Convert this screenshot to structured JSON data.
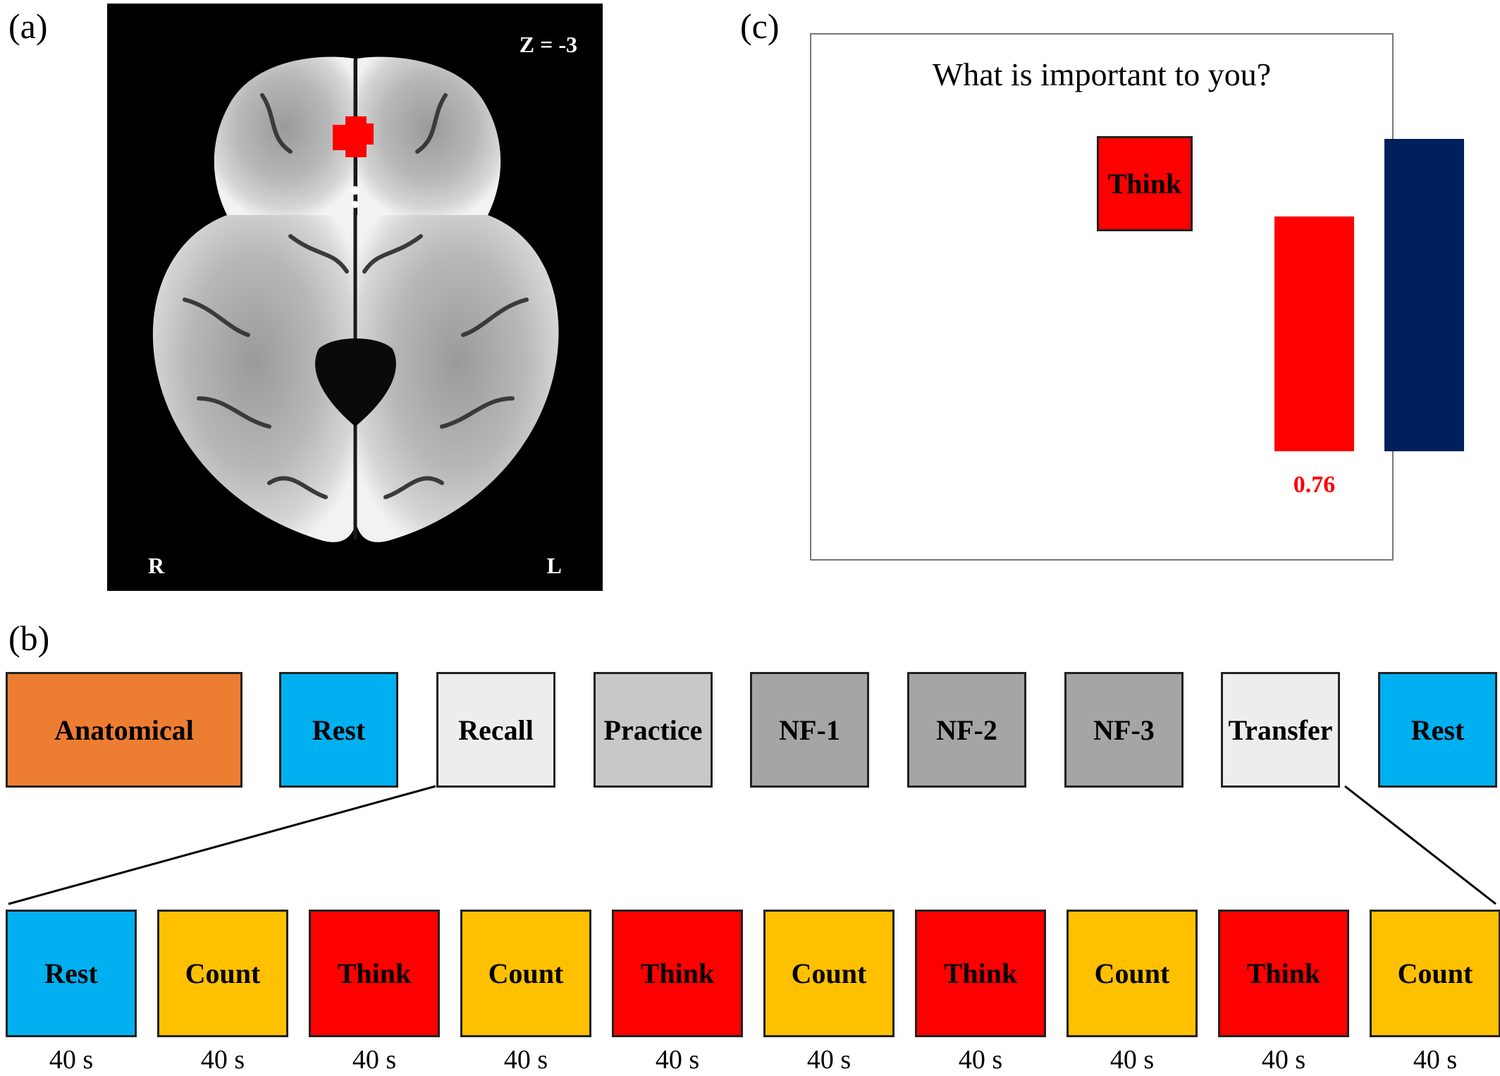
{
  "panels": {
    "a": "(a)",
    "b": "(b)",
    "c": "(c)"
  },
  "mri": {
    "slice_label": "Z = -3",
    "right_label": "R",
    "left_label": "L",
    "roi_color": "#ff0000"
  },
  "feedback": {
    "question": "What is important to you?",
    "cue": "Think",
    "value": "0.76",
    "colors": {
      "cue": "#ff0000",
      "current_bar": "#ff0000",
      "target_bar": "#00205b",
      "value_text": "#ff0000"
    }
  },
  "runs": [
    {
      "label": "Anatomical",
      "color": "#ed7d31"
    },
    {
      "label": "Rest",
      "color": "#00b0f0"
    },
    {
      "label": "Recall",
      "color": "#ededed"
    },
    {
      "label": "Practice",
      "color": "#c8c8c8"
    },
    {
      "label": "NF-1",
      "color": "#a5a5a5"
    },
    {
      "label": "NF-2",
      "color": "#a5a5a5"
    },
    {
      "label": "NF-3",
      "color": "#a5a5a5"
    },
    {
      "label": "Transfer",
      "color": "#ededed"
    },
    {
      "label": "Rest",
      "color": "#00b0f0"
    }
  ],
  "blocks": [
    {
      "label": "Rest",
      "duration": "40 s",
      "color": "#00b0f0"
    },
    {
      "label": "Count",
      "duration": "40 s",
      "color": "#ffc000"
    },
    {
      "label": "Think",
      "duration": "40 s",
      "color": "#ff0000"
    },
    {
      "label": "Count",
      "duration": "40 s",
      "color": "#ffc000"
    },
    {
      "label": "Think",
      "duration": "40 s",
      "color": "#ff0000"
    },
    {
      "label": "Count",
      "duration": "40 s",
      "color": "#ffc000"
    },
    {
      "label": "Think",
      "duration": "40 s",
      "color": "#ff0000"
    },
    {
      "label": "Count",
      "duration": "40 s",
      "color": "#ffc000"
    },
    {
      "label": "Think",
      "duration": "40 s",
      "color": "#ff0000"
    },
    {
      "label": "Count",
      "duration": "40 s",
      "color": "#ffc000"
    }
  ]
}
